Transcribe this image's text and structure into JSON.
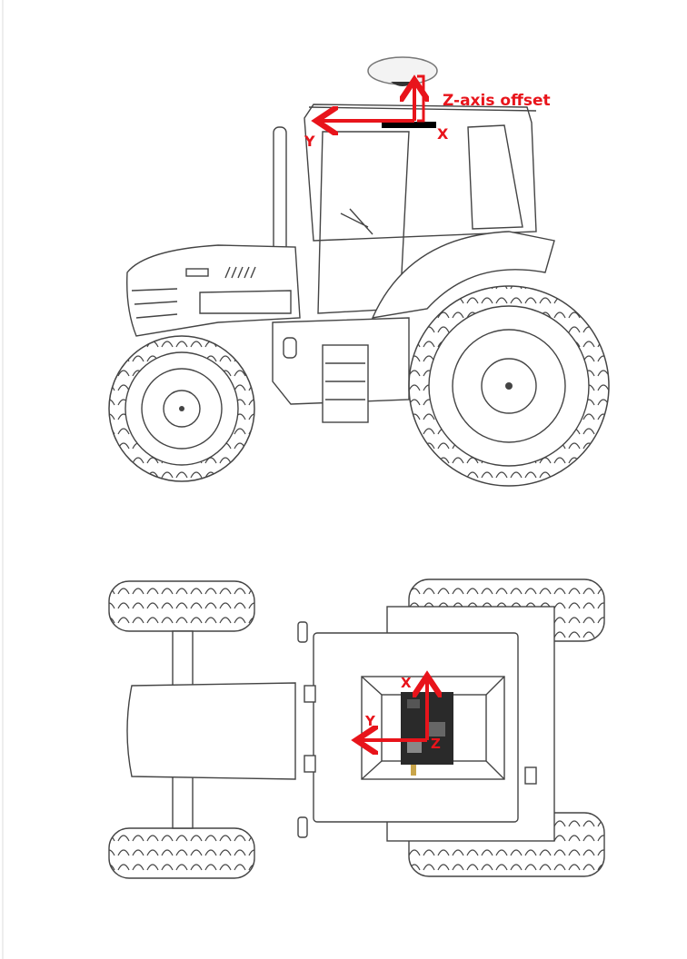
{
  "side_view": {
    "z_axis_label": "Z-axis offset",
    "x_label": "X",
    "y_label": "Y"
  },
  "top_view": {
    "x_label": "X",
    "y_label": "Y",
    "z_label": "Z"
  },
  "colors": {
    "axis": "#e8141b",
    "line": "#444444"
  }
}
